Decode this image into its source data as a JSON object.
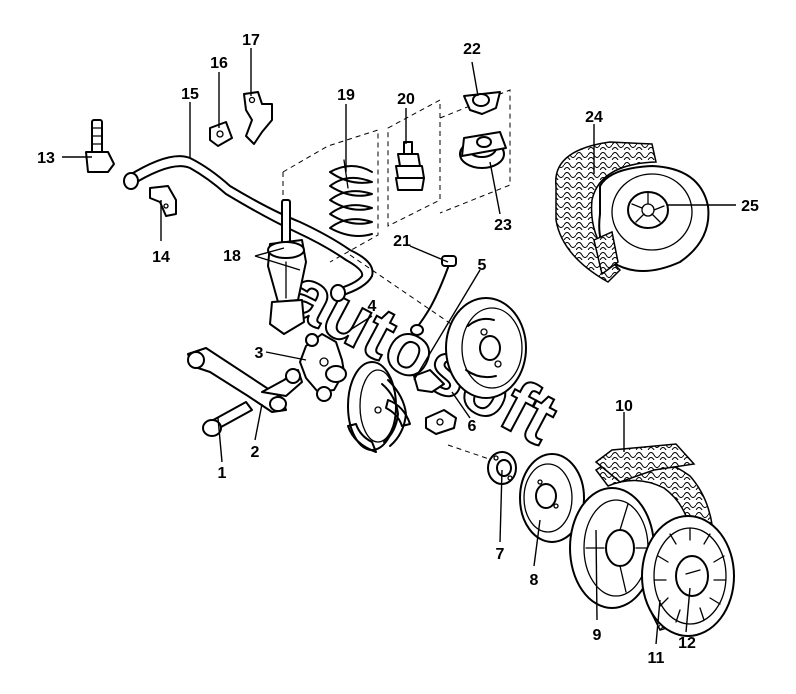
{
  "watermark": "autosoft",
  "callouts": [
    {
      "id": "1",
      "label": "1"
    },
    {
      "id": "2",
      "label": "2"
    },
    {
      "id": "3",
      "label": "3"
    },
    {
      "id": "4",
      "label": "4"
    },
    {
      "id": "5",
      "label": "5"
    },
    {
      "id": "6",
      "label": "6"
    },
    {
      "id": "7",
      "label": "7"
    },
    {
      "id": "8",
      "label": "8"
    },
    {
      "id": "9",
      "label": "9"
    },
    {
      "id": "10",
      "label": "10"
    },
    {
      "id": "11",
      "label": "11"
    },
    {
      "id": "12",
      "label": "12"
    },
    {
      "id": "13",
      "label": "13"
    },
    {
      "id": "14",
      "label": "14"
    },
    {
      "id": "15",
      "label": "15"
    },
    {
      "id": "16",
      "label": "16"
    },
    {
      "id": "17",
      "label": "17"
    },
    {
      "id": "18",
      "label": "18"
    },
    {
      "id": "19",
      "label": "19"
    },
    {
      "id": "20",
      "label": "20"
    },
    {
      "id": "21",
      "label": "21"
    },
    {
      "id": "22",
      "label": "22"
    },
    {
      "id": "23",
      "label": "23"
    },
    {
      "id": "24",
      "label": "24"
    },
    {
      "id": "25",
      "label": "25"
    }
  ]
}
